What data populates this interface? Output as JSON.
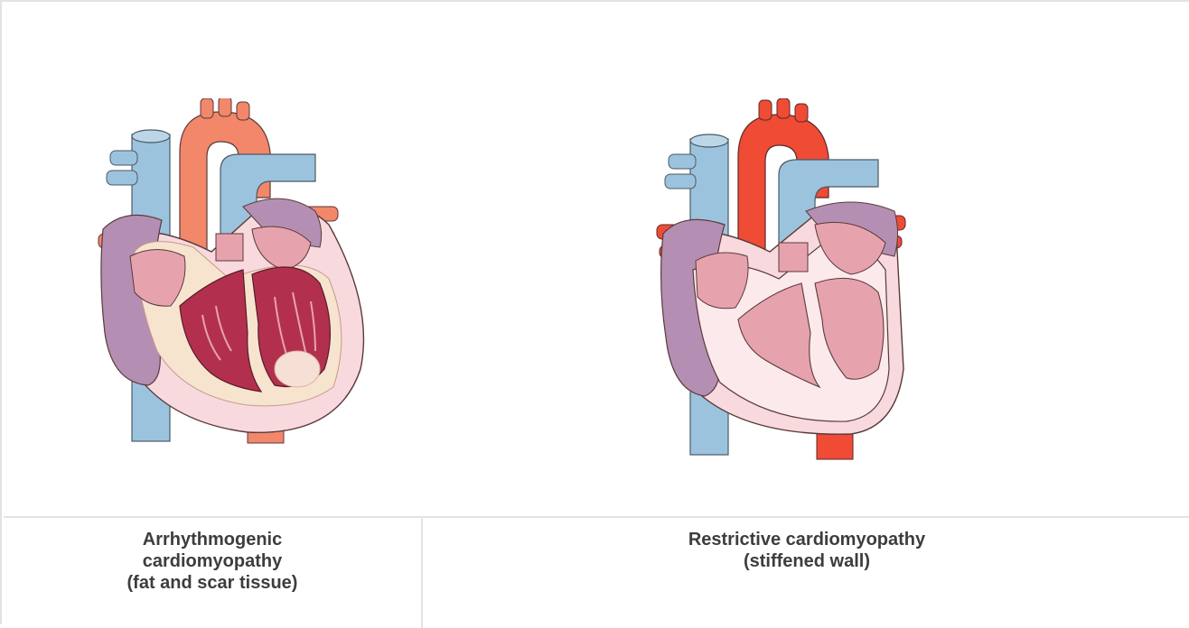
{
  "panels": [
    {
      "caption": "Arrhythmogenic\ncardiomyopathy\n(fat and scar tissue)",
      "heart_icon": "heart-arrhythmogenic-illustration"
    },
    {
      "caption": "Restrictive cardiomyopathy\n(stiffened wall)",
      "heart_icon": "heart-restrictive-illustration"
    }
  ],
  "colors": {
    "vein_blue": "#9cc3dd",
    "artery_orange": "#f2876a",
    "artery_red": "#f04b35",
    "atrium_purple": "#b48fb3",
    "wall_pink": "#f8d9de",
    "scar_crimson": "#b2304e",
    "chamber_pink": "#e7a3ad",
    "fat_cream": "#f6e4cf",
    "caption_text": "#3d3d3d",
    "border": "#e3e3e3"
  }
}
